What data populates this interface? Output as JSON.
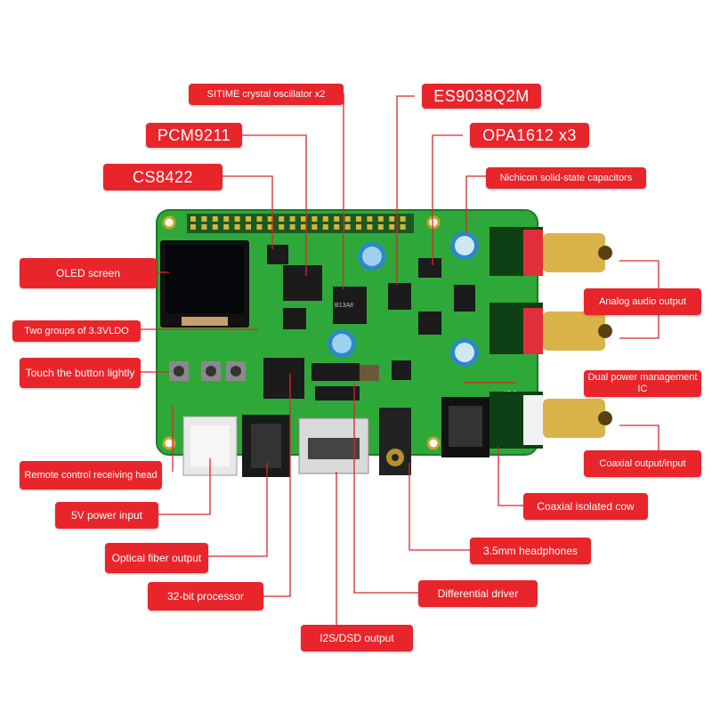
{
  "colors": {
    "label_bg": "#e8252b",
    "label_text": "#ffffff",
    "leader_line": "#d9262b",
    "pcb": "#2fa83a"
  },
  "labels": {
    "sitime": "SITIME crystal oscillator x2",
    "es9038": "ES9038Q2M",
    "pcm9211": "PCM9211",
    "opa1612": "OPA1612 x3",
    "cs8422": "CS8422",
    "nichicon": "Nichicon solid-state capacitors",
    "oled": "OLED screen",
    "analog_out": "Analog audio output",
    "ldo": "Two groups of 3.3VLDO",
    "touch": "Touch the button lightly",
    "dual_power": "Dual power management IC",
    "remote": "Remote control receiving head",
    "coaxial_out": "Coaxial output/input",
    "power5v": "5V power input",
    "coax_cow": "Coaxial isolated cow",
    "optical": "Optical fiber output",
    "headphones": "3.5mm headphones",
    "processor": "32-bit processor",
    "diff_driver": "Differential driver",
    "i2s": "I2S/DSD output"
  },
  "board_marks": {
    "chip_text_1": "B13A8",
    "chip_text_2": "V2.3"
  }
}
